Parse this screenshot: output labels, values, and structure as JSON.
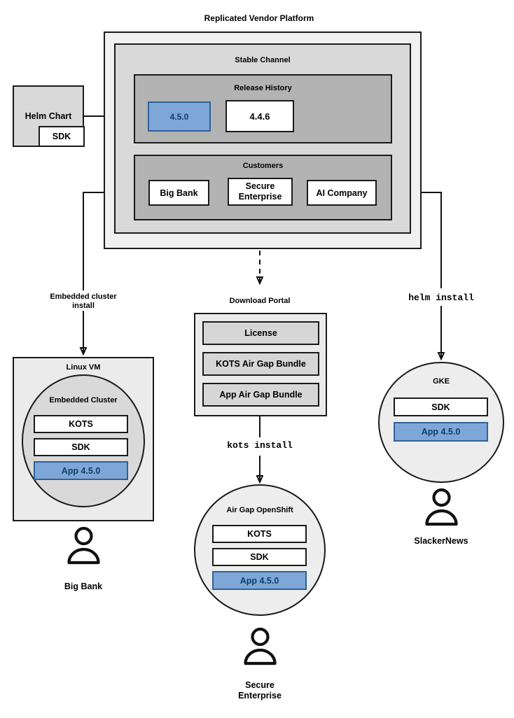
{
  "diagram": {
    "title": "Replicated Vendor Platform",
    "platform": {
      "stable_channel": {
        "title": "Stable Channel",
        "release_history": {
          "title": "Release History",
          "releases": [
            {
              "version": "4.5.0",
              "highlighted": true
            },
            {
              "version": "4.4.6",
              "highlighted": false
            }
          ]
        },
        "customers": {
          "title": "Customers",
          "items": [
            {
              "name": "Big Bank"
            },
            {
              "name": "Secure\nEnterprise"
            },
            {
              "name": "AI Company"
            }
          ]
        }
      }
    },
    "source": {
      "title": "Helm Chart",
      "component": "SDK"
    },
    "connectors": [
      {
        "label": "Embedded cluster\ninstall",
        "style": "solid"
      },
      {
        "label": "kots install",
        "style": "mono"
      },
      {
        "label": "helm install",
        "style": "mono"
      }
    ],
    "targets": {
      "linux_vm": {
        "title": "Linux VM",
        "cluster_title": "Embedded Cluster",
        "components": [
          {
            "name": "KOTS",
            "highlighted": false
          },
          {
            "name": "SDK",
            "highlighted": false
          },
          {
            "name": "App 4.5.0",
            "highlighted": true
          }
        ],
        "actor": "Big Bank"
      },
      "download_portal": {
        "title": "Download Portal",
        "artifacts": [
          {
            "name": "License"
          },
          {
            "name": "KOTS Air Gap Bundle"
          },
          {
            "name": "App Air Gap Bundle"
          }
        ]
      },
      "air_gap_openshift": {
        "title": "Air Gap OpenShift",
        "components": [
          {
            "name": "KOTS",
            "highlighted": false
          },
          {
            "name": "SDK",
            "highlighted": false
          },
          {
            "name": "App 4.5.0",
            "highlighted": true
          }
        ],
        "actor": "Secure\nEnterprise"
      },
      "gke": {
        "title": "GKE",
        "components": [
          {
            "name": "SDK",
            "highlighted": false
          },
          {
            "name": "App 4.5.0",
            "highlighted": true
          }
        ],
        "actor": "SlackerNews"
      }
    },
    "colors": {
      "highlight_fill": "#7ea7d8",
      "highlight_border": "#2f6199",
      "highlight_text": "#123d66",
      "outer_fill": "#f0f0f0",
      "channel_fill": "#d9d9d9",
      "release_fill": "#b3b3b3",
      "stroke": "#1a1a1a"
    }
  }
}
